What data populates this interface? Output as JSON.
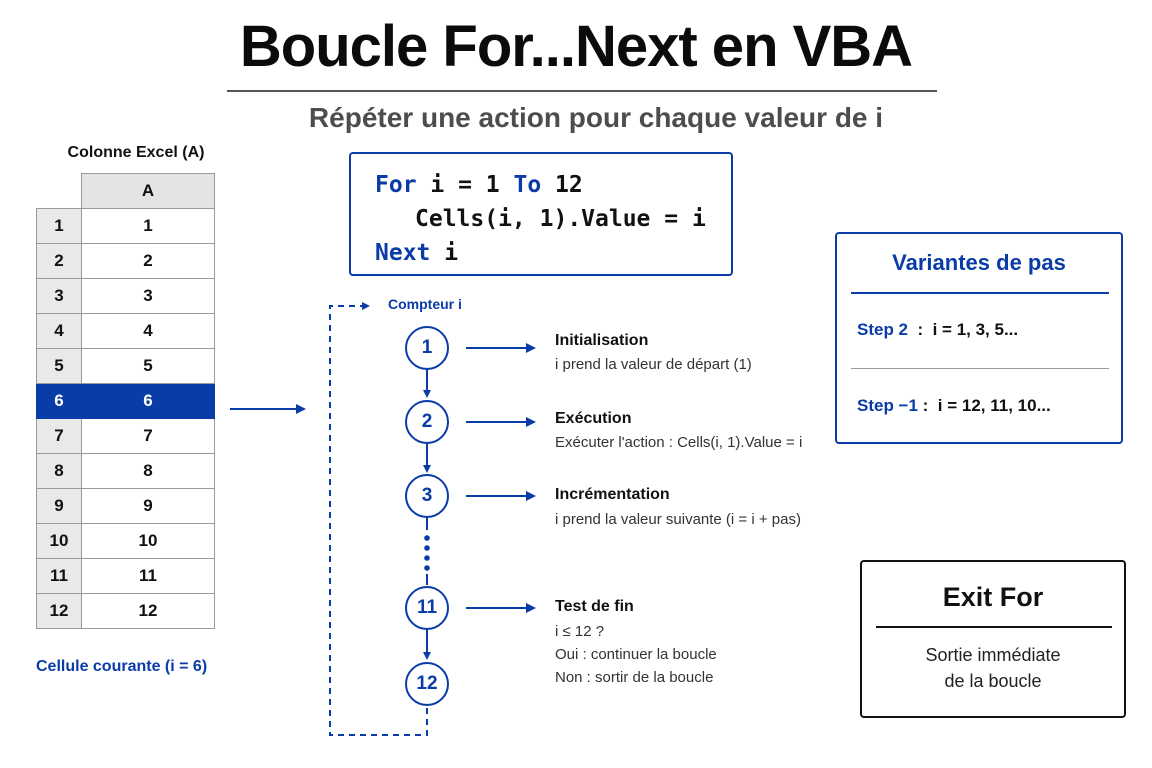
{
  "title": "Boucle For...Next en VBA",
  "subtitle": "Répéter une action pour chaque valeur de i",
  "excel": {
    "caption": "Colonne Excel (A)",
    "column_header": "A",
    "rows": [
      {
        "row": "1",
        "value": "1"
      },
      {
        "row": "2",
        "value": "2"
      },
      {
        "row": "3",
        "value": "3"
      },
      {
        "row": "4",
        "value": "4"
      },
      {
        "row": "5",
        "value": "5"
      },
      {
        "row": "6",
        "value": "6"
      },
      {
        "row": "7",
        "value": "7"
      },
      {
        "row": "8",
        "value": "8"
      },
      {
        "row": "9",
        "value": "9"
      },
      {
        "row": "10",
        "value": "10"
      },
      {
        "row": "11",
        "value": "11"
      },
      {
        "row": "12",
        "value": "12"
      }
    ],
    "active_row": "6",
    "current_cell_label": "Cellule courante (i = 6)"
  },
  "code": {
    "line1": {
      "kw1": "For",
      "mid": " i = 1 ",
      "kw2": "To",
      "end": " 12"
    },
    "line2": "Cells(i, 1).Value = i",
    "line3": {
      "kw": "Next",
      "end": " i"
    }
  },
  "flow": {
    "counter_label": "Compteur i",
    "nodes": [
      "1",
      "2",
      "3",
      "11",
      "12"
    ],
    "steps": [
      {
        "title": "Initialisation",
        "lines": [
          "i  prend la valeur de départ (1)"
        ]
      },
      {
        "title": "Exécution",
        "lines": [
          "Exécuter l'action : Cells(i, 1).Value = i"
        ]
      },
      {
        "title": "Incrémentation",
        "lines": [
          "i  prend la valeur suivante (i = i + pas)"
        ]
      },
      {
        "title": "Test de fin",
        "lines": [
          "i ≤ 12 ?",
          "Oui : continuer la boucle",
          "Non : sortir de la boucle"
        ]
      }
    ]
  },
  "variants": {
    "title": "Variantes de pas",
    "rows": [
      {
        "step": "Step 2",
        "sep": "  :  ",
        "values": "i = 1, 3, 5..."
      },
      {
        "step": "Step −1",
        "sep": " :  ",
        "values": "i = 12, 11, 10..."
      }
    ]
  },
  "exit": {
    "title": "Exit For",
    "desc_line1": "Sortie immédiate",
    "desc_line2": "de la boucle"
  },
  "colors": {
    "accent": "#0a3ca8",
    "header_gray": "#e4e4e4",
    "text": "#111111"
  }
}
